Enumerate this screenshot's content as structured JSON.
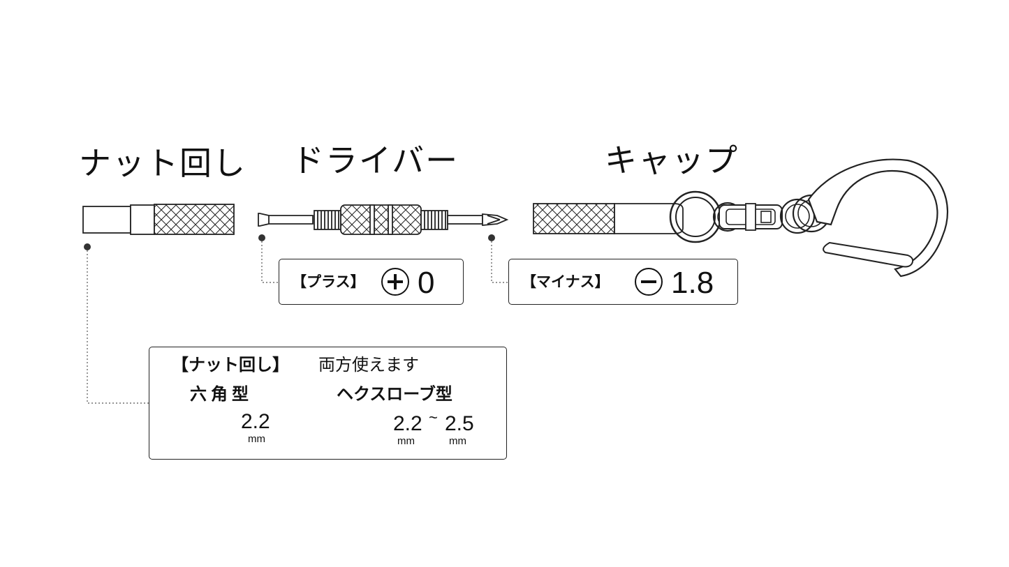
{
  "titles": {
    "nut_driver": "ナット回し",
    "driver": "ドライバー",
    "cap": "キャップ"
  },
  "plus_box": {
    "label": "【プラス】",
    "value": "0"
  },
  "minus_box": {
    "label": "【マイナス】",
    "value": "1.8"
  },
  "nut_box": {
    "label": "【ナット回し】",
    "note": "両方使えます",
    "hex": {
      "label": "六角型",
      "value": "2.2",
      "unit": "mm"
    },
    "hexalobe": {
      "label": "ヘクスローブ型",
      "value_min": "2.2",
      "range_sep": "~",
      "value_max": "2.5",
      "unit_min": "mm",
      "unit_max": "mm"
    }
  },
  "colors": {
    "line": "#222222",
    "background": "#ffffff"
  },
  "icons": {
    "plus": "phillips-plus-icon",
    "minus": "slotted-minus-icon",
    "hex": "hexagon-icon",
    "hexalobe": "hexalobe-star-icon"
  }
}
